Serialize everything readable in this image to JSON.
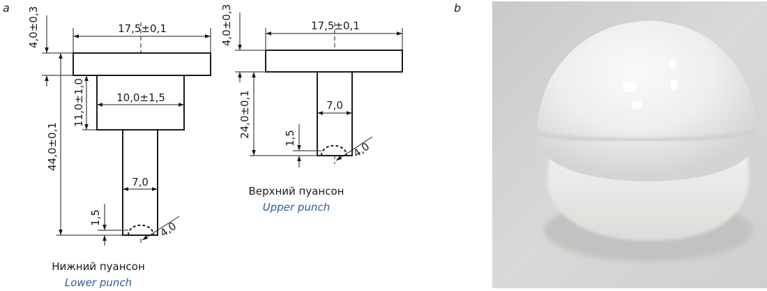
{
  "panels": {
    "a": "a",
    "b": "b"
  },
  "lower_punch": {
    "dims": {
      "head_width": "17,5±0,1",
      "head_height": "4,0±0,3",
      "collar_width": "10,0±1,5",
      "collar_height": "11,0±1,0",
      "total_height": "44,0±0,1",
      "tip_width": "7,0",
      "tip_depth": "1,5",
      "tip_radius": "4,0"
    },
    "caption_ru": "Нижний пуансон",
    "caption_en": "Lower punch"
  },
  "upper_punch": {
    "dims": {
      "head_width": "17,5±0,1",
      "head_height": "4,0±0,3",
      "stem_width": "7,0",
      "stem_height": "24,0±0,1",
      "tip_depth": "1,5",
      "tip_radius": "4,0"
    },
    "caption_ru": "Верхний пуансон",
    "caption_en": "Upper punch"
  },
  "photo": {
    "description_icon": "white-dome-tablet-photo"
  }
}
